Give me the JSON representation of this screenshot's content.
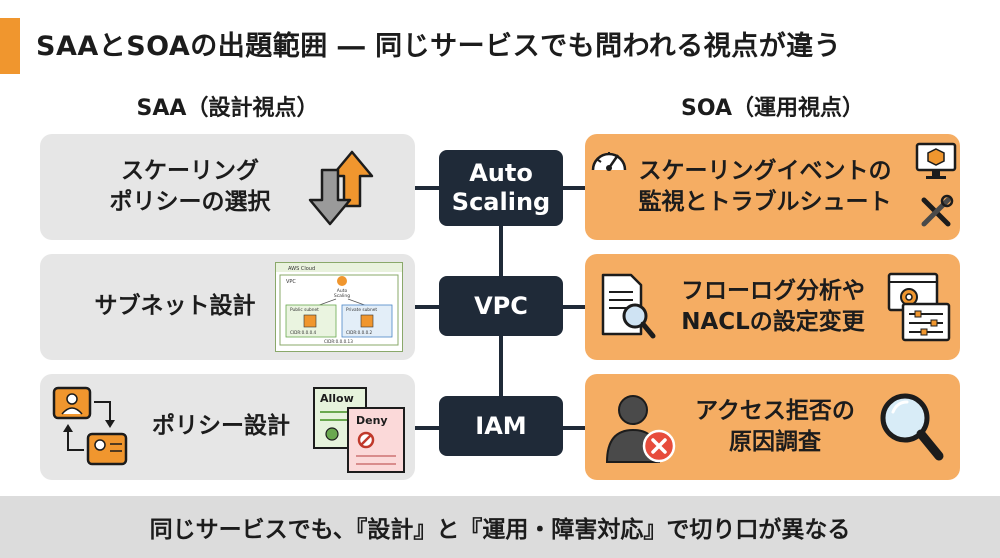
{
  "title": "SAAとSOAの出題範囲 ― 同じサービスでも問われる視点が違う",
  "left_header": "SAA（設計視点）",
  "right_header": "SOA（運用視点）",
  "services": {
    "autoscaling": {
      "line1": "Auto",
      "line2": "Scaling"
    },
    "vpc": "VPC",
    "iam": "IAM"
  },
  "saa": {
    "autoscaling": {
      "line1": "スケーリング",
      "line2": "ポリシーの選択"
    },
    "vpc": "サブネット設計",
    "iam": "ポリシー設計"
  },
  "soa": {
    "autoscaling": {
      "line1": "スケーリングイベントの",
      "line2": "監視とトラブルシュート"
    },
    "vpc": {
      "line1": "フローログ分析や",
      "line2": "NACLの設定変更"
    },
    "iam": {
      "line1": "アクセス拒否の",
      "line2": "原因調査"
    }
  },
  "vpc_diagram": {
    "cloud_label": "AWS Cloud",
    "vpc_label": "VPC",
    "asg_line1": "Auto",
    "asg_line2": "Scaling",
    "public_subnet": "Public subnet",
    "private_subnet": "Private subnet",
    "public_cidr": "CIDR:0.0.0.4",
    "private_cidr": "CIDR:0.0.0.2",
    "vpc_cidr": "CIDR:0.0.0.13"
  },
  "policy_docs": {
    "allow": "Allow",
    "deny": "Deny"
  },
  "footer": "同じサービスでも、『設計』と『運用・障害対応』で切り口が異なる",
  "colors": {
    "accent": "#f0962e",
    "soa_box": "#f5ad63",
    "saa_box": "#e6e6e6",
    "service_pill": "#1f2a38"
  }
}
